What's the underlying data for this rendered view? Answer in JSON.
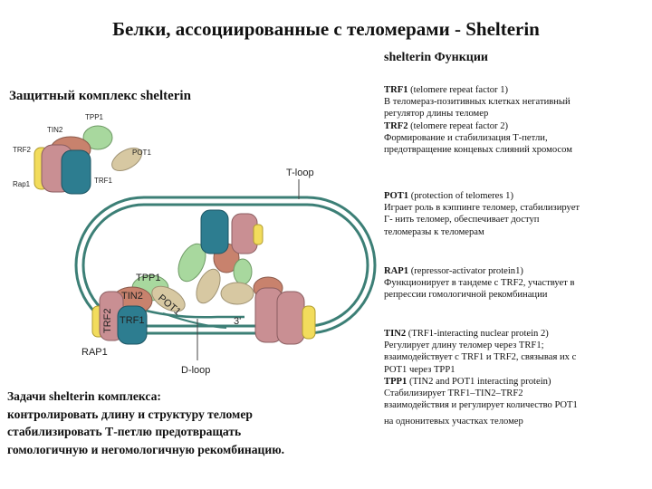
{
  "title": "Белки, ассоциированные с теломерами - Shelterin",
  "functions_title": "shelterin Функции",
  "complex_title": "Защитный комплекс shelterin",
  "diagram": {
    "top_labels": {
      "tpp1": "TPP1",
      "tin2": "TIN2",
      "trf2": "TRF2",
      "pot1": "POT1",
      "rap1": "Rap1",
      "trf1": "TRF1"
    },
    "main_labels": {
      "tpp1": "TPP1",
      "tin2": "TIN2",
      "pot1": "POT1",
      "trf2": "TRF2",
      "trf1": "TRF1",
      "rap1": "RAP1"
    },
    "tloop": "T-loop",
    "dloop": "D-loop",
    "three_prime": "3'"
  },
  "functions": [
    {
      "name": "TRF1",
      "lines": [
        " (telomere repeat factor 1)",
        "В теломераз-позитивных клетках негативный",
        "регулятор длины теломер"
      ]
    },
    {
      "name": "TRF2",
      "lines": [
        " (telomere repeat factor 2)",
        "Формирование и стабилизация Т-петли,",
        "предотвращение концевых слияний хромосом"
      ]
    },
    {
      "name": "POT1",
      "lines": [
        " (protection of telomeres 1)",
        "Играет роль в кэппинге теломер, стабилизирует",
        "Г- нить теломер, обеспечивает доступ",
        "теломеразы к теломерам"
      ]
    },
    {
      "name": "RAP1",
      "lines": [
        " (repressor-activator protein1)",
        "Функционирует в тандеме с TRF2, участвует в",
        "репрессии гомологичной рекомбинации"
      ]
    },
    {
      "name": "TIN2",
      "lines": [
        " (TRF1-interacting nuclear protein 2)",
        "Регулирует длину теломер через TRF1;",
        "взаимодействует с TRF1 и TRF2, связывая их с",
        "POT1 через TPP1"
      ]
    },
    {
      "name": "TPP1",
      "lines": [
        " (TIN2 and POT1 interacting protein)",
        "Стабилизирует TRF1–TIN2–TRF2",
        "взаимодействия и регулирует количество POT1",
        "на однонитевых участках теломер"
      ]
    }
  ],
  "tasks": [
    "Задачи shelterin комплекса:",
    "контролировать длину и структуру теломер",
    "стабилизировать Т-петлю предотвращать",
    "гомологичную и негомологичную рекомбинацию."
  ],
  "colors": {
    "trf2": "#c98f93",
    "trf1": "#2d7d90",
    "tin2": "#c8826d",
    "tpp1": "#a8d89e",
    "pot1": "#d7c8a2",
    "rap1": "#f2dc5c",
    "dna": "#3c7f76"
  }
}
